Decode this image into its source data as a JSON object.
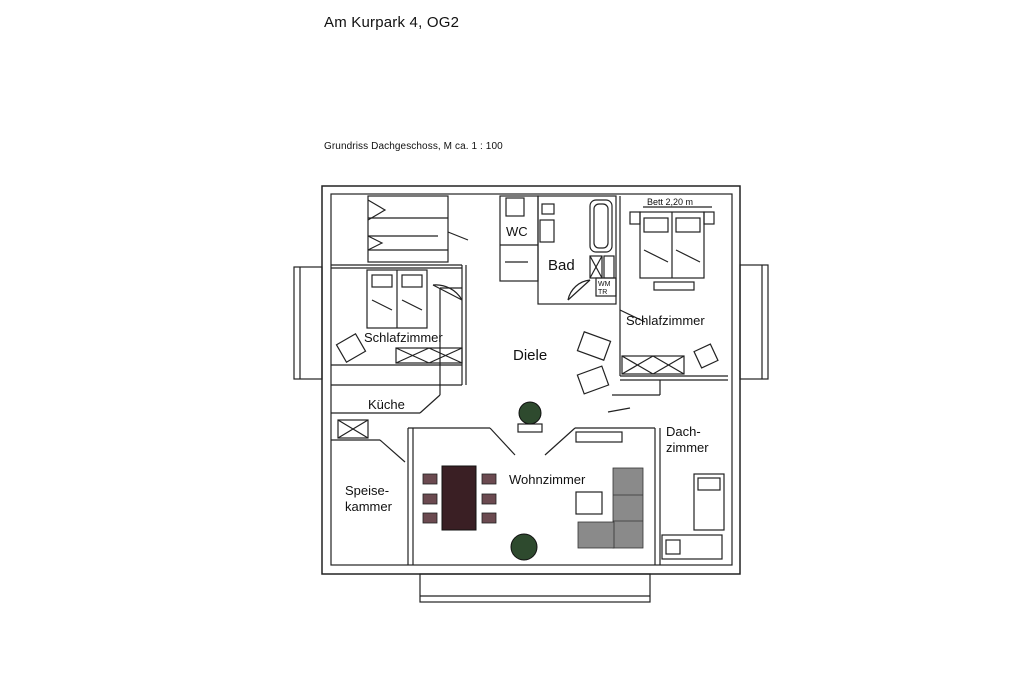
{
  "header": {
    "title": "Am Kurpark 4, OG2",
    "subtitle": "Grundriss Dachgeschoss,    M ca. 1 : 100"
  },
  "rooms": {
    "wc": "WC",
    "bad": "Bad",
    "schlafzimmer_left": "Schlafzimmer",
    "schlafzimmer_right": "Schlafzimmer",
    "diele": "Diele",
    "kueche": "Küche",
    "dachzimmer_1": "Dach-",
    "dachzimmer_2": "zimmer",
    "speisekammer_1": "Speise-",
    "speisekammer_2": "kammer",
    "wohnzimmer": "Wohnzimmer"
  },
  "annotations": {
    "bed_size": "Bett 2,20 m",
    "wm": "WM",
    "tr": "TR"
  },
  "colors": {
    "wall": "#222222",
    "furniture_dark": "#3a1f24",
    "sofa": "#8a8a8a",
    "plant": "#2e4a2e"
  }
}
